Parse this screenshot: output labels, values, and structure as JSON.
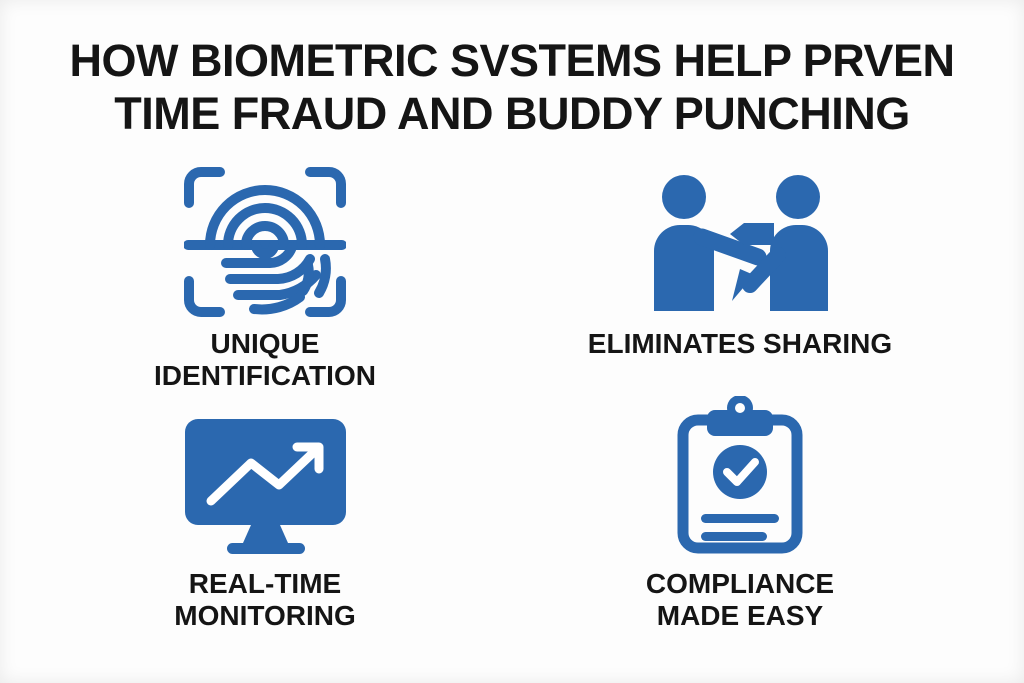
{
  "title": {
    "line1": "HOW BIOMETRIC SVSTEMS HELP PRVEN",
    "line2": "TIME FRAUD AND BUDDY PUNCHING"
  },
  "colors": {
    "icon_blue": "#2b68af",
    "text_dark": "#151515",
    "background": "#fdfdfd"
  },
  "features": [
    {
      "id": "unique-identification",
      "icon": "fingerprint-scan-icon",
      "label_line1": "UNIQUE",
      "label_line2": "IDENTIFICATION"
    },
    {
      "id": "eliminates-sharing",
      "icon": "people-sharing-icon",
      "label_line1": "ELIMINATES SHARING",
      "label_line2": ""
    },
    {
      "id": "real-time-monitoring",
      "icon": "monitor-chart-icon",
      "label_line1": "REAL-TIME",
      "label_line2": "MONITORING"
    },
    {
      "id": "compliance-made-easy",
      "icon": "clipboard-check-icon",
      "label_line1": "COMPLIANCE",
      "label_line2": "MADE EASY"
    }
  ]
}
